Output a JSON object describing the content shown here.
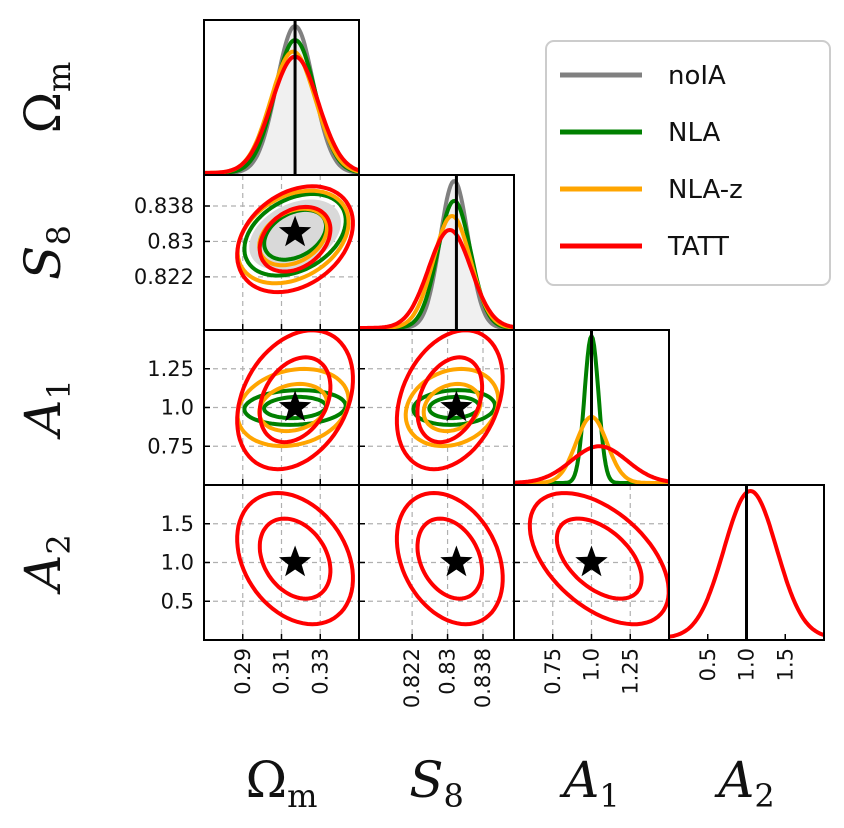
{
  "chart_data": {
    "type": "corner",
    "params": [
      {
        "key": "Om",
        "label": "Ω",
        "sub": "m",
        "sub_upright": true,
        "symbol_upright": true,
        "ticks": [
          0.29,
          0.31,
          0.33
        ],
        "tick_labels": [
          "0.29",
          "0.31",
          "0.33"
        ],
        "range": [
          0.27,
          0.35
        ],
        "truth": 0.317
      },
      {
        "key": "S8",
        "label": "S",
        "sub": "8",
        "sub_upright": true,
        "symbol_upright": false,
        "ticks": [
          0.822,
          0.83,
          0.838
        ],
        "tick_labels": [
          "0.822",
          "0.83",
          "0.838"
        ],
        "range": [
          0.81,
          0.845
        ],
        "truth": 0.832
      },
      {
        "key": "A1",
        "label": "A",
        "sub": "1",
        "sub_upright": true,
        "symbol_upright": false,
        "ticks": [
          0.75,
          1.0,
          1.25
        ],
        "tick_labels": [
          "0.75",
          "1.0",
          "1.25"
        ],
        "range": [
          0.5,
          1.5
        ],
        "truth": 1.0
      },
      {
        "key": "A2",
        "label": "A",
        "sub": "2",
        "sub_upright": true,
        "symbol_upright": false,
        "ticks": [
          0.5,
          1.0,
          1.5
        ],
        "tick_labels": [
          "0.5",
          "1.0",
          "1.5"
        ],
        "range": [
          0.0,
          2.0
        ],
        "truth": 1.0
      }
    ],
    "grid": true,
    "legend": {
      "placement": "top-right"
    },
    "series": [
      {
        "name": "noIA",
        "color": "#808080",
        "params": [
          "Om",
          "S8"
        ],
        "mean": {
          "Om": 0.317,
          "S8": 0.8315
        },
        "sd": {
          "Om": 0.0095,
          "S8": 0.0032
        },
        "corr": {
          "Om-S8": 0.35
        },
        "filled": true
      },
      {
        "name": "NLA",
        "color": "#008000",
        "params": [
          "Om",
          "S8",
          "A1"
        ],
        "mean": {
          "Om": 0.317,
          "S8": 0.8315,
          "A1": 1.0
        },
        "sd": {
          "Om": 0.0105,
          "S8": 0.0037,
          "A1": 0.045
        },
        "corr": {
          "Om-S8": 0.35,
          "Om-A1": 0.1,
          "S8-A1": 0.1
        }
      },
      {
        "name": "NLA-z",
        "color": "#FFA500",
        "params": [
          "Om",
          "S8",
          "A1"
        ],
        "mean": {
          "Om": 0.316,
          "S8": 0.831,
          "A1": 1.0
        },
        "sd": {
          "Om": 0.0115,
          "S8": 0.0042,
          "A1": 0.1
        },
        "corr": {
          "Om-S8": 0.32,
          "Om-A1": 0.2,
          "S8-A1": 0.2
        }
      },
      {
        "name": "TATT",
        "color": "#FF0000",
        "params": [
          "Om",
          "S8",
          "A1",
          "A2"
        ],
        "mean": {
          "Om": 0.317,
          "S8": 0.8305,
          "A1": 1.05,
          "A2": 1.05
        },
        "sd": {
          "Om": 0.012,
          "S8": 0.0048,
          "A1": 0.18,
          "A2": 0.34
        },
        "corr": {
          "Om-S8": 0.3,
          "Om-A1": 0.3,
          "S8-A1": 0.3,
          "Om-A2": -0.3,
          "S8-A2": -0.3,
          "A1-A2": -0.5
        }
      }
    ]
  }
}
